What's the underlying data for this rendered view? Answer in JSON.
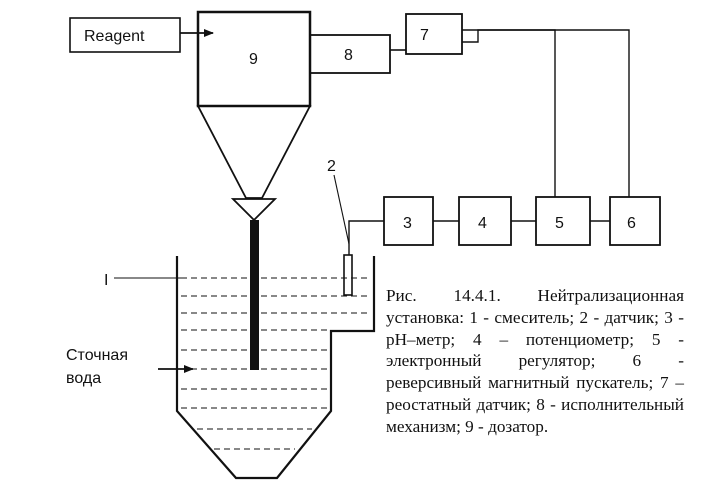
{
  "labels": {
    "reagent": "Reagent",
    "sewage_line1": "Сточная",
    "sewage_line2": "вода",
    "pos1": "I",
    "pos2": "2"
  },
  "blocks": {
    "b3": "3",
    "b4": "4",
    "b5": "5",
    "b6": "6",
    "b7": "7",
    "b8": "8",
    "b9": "9"
  },
  "caption": "Рис. 14.4.1. Нейтрализационная установка: 1 - смеситель; 2 - датчик; 3 - рН–метр; 4 – потенциометр; 5 - электронный регулятор; 6 - реверсивный магнитный пускатель; 7 – реостатный датчик; 8 - исполнительный механизм; 9 - дозатор."
}
